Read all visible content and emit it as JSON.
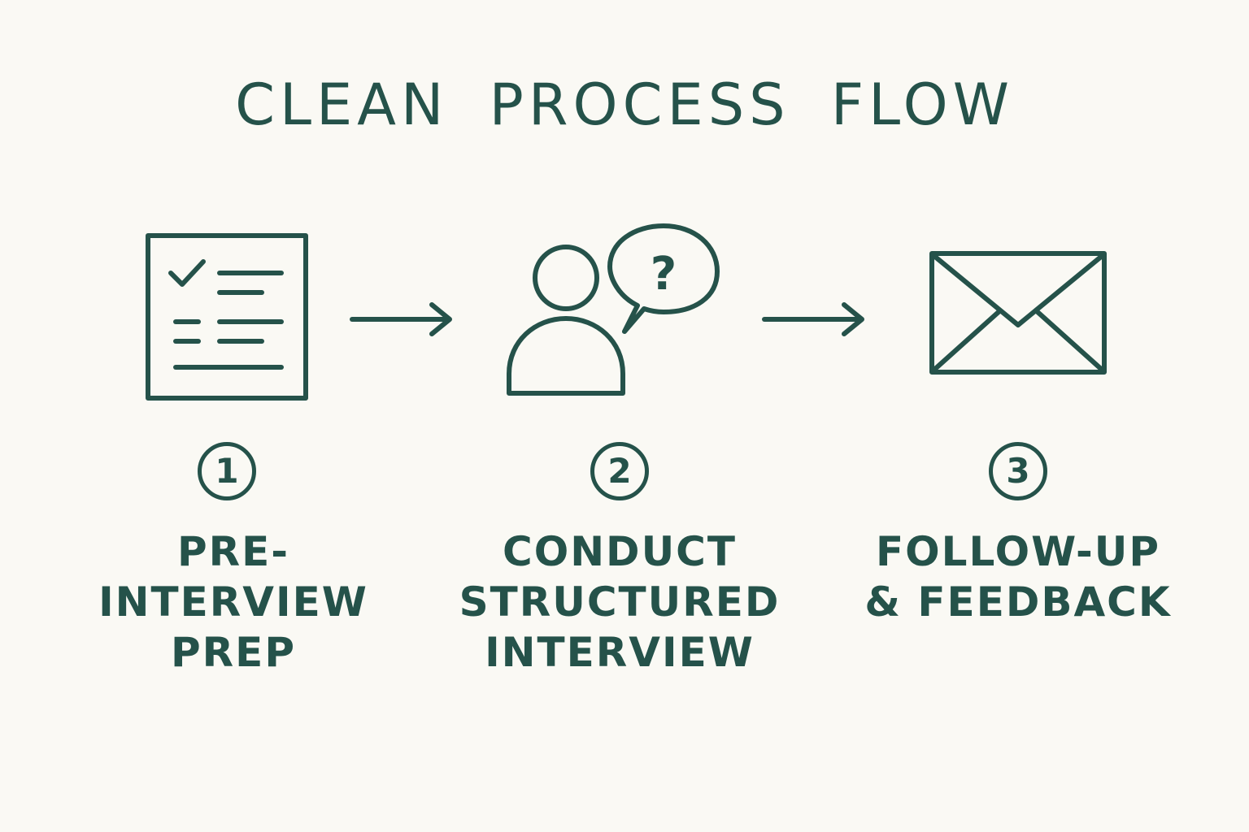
{
  "title": "CLEAN PROCESS FLOW",
  "colors": {
    "ink": "#25524a",
    "background": "#faf9f4"
  },
  "steps": [
    {
      "number": "1",
      "icon": "checklist-icon",
      "label_lines": [
        "PRE-INTERVIEW",
        "PREP"
      ]
    },
    {
      "number": "2",
      "icon": "person-question-icon",
      "label_lines": [
        "CONDUCT",
        "STRUCTURED",
        "INTERVIEW"
      ]
    },
    {
      "number": "3",
      "icon": "envelope-icon",
      "label_lines": [
        "FOLLOW-UP",
        "& FEEDBACK"
      ]
    }
  ],
  "question_mark": "?"
}
